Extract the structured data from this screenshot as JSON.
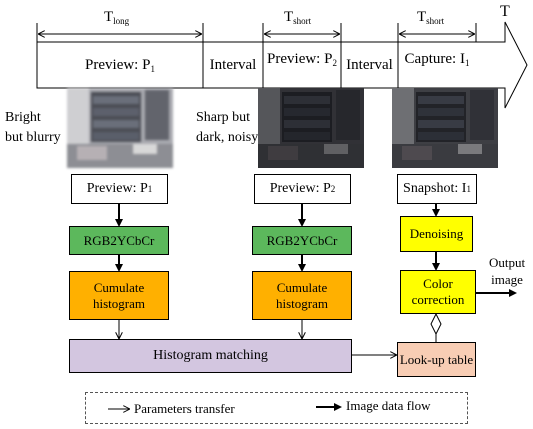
{
  "timeline": {
    "axis_label": "T",
    "periods": [
      {
        "main": "T",
        "sub": "long"
      },
      {
        "main": "T",
        "sub": "short"
      },
      {
        "main": "T",
        "sub": "short"
      }
    ],
    "segments": [
      {
        "text": "Preview: P",
        "sub": "1"
      },
      {
        "text": "Interval"
      },
      {
        "text": "Preview: P",
        "sub": "2"
      },
      {
        "text": "Interval"
      },
      {
        "text": "Capture: I",
        "sub": "1"
      }
    ]
  },
  "photo_labels": {
    "left": [
      "Bright",
      "but blurry"
    ],
    "middle": [
      "Sharp but",
      "dark, noisy"
    ]
  },
  "columns": {
    "col1": {
      "input": {
        "text": "Preview: P",
        "sub": "1"
      },
      "convert": "RGB2YCbCr",
      "cumulate": [
        "Cumulate",
        "histogram"
      ]
    },
    "col2": {
      "input": {
        "text": "Preview: P",
        "sub": "2"
      },
      "convert": "RGB2YCbCr",
      "cumulate": [
        "Cumulate",
        "histogram"
      ]
    },
    "col3": {
      "input": {
        "text": "Snapshot: I",
        "sub": "1"
      },
      "denoise": "Denoising",
      "color": [
        "Color",
        "correction"
      ],
      "lut": "Look-up table"
    }
  },
  "histogram_matching": "Histogram matching",
  "output": [
    "Output",
    "image"
  ],
  "legend": {
    "params": "Parameters transfer",
    "image": "Image data flow"
  },
  "colors": {
    "green": "#5cb85c",
    "orange": "#ffb000",
    "purple": "#d3c6e0",
    "yellow": "#ffff00",
    "peach": "#f8cdb4"
  }
}
